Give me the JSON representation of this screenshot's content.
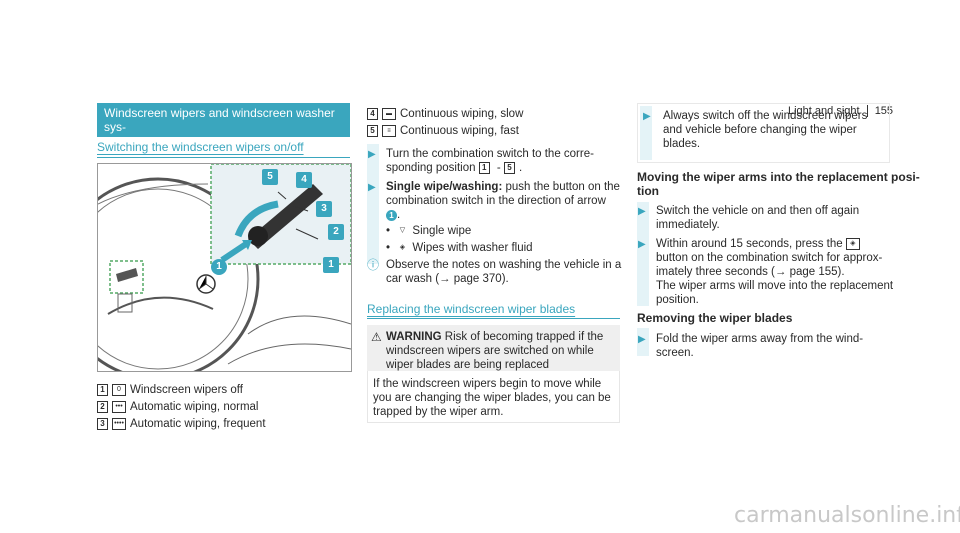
{
  "header": {
    "section": "Light and sight",
    "page": "155"
  },
  "left": {
    "banner_title": "Windscreen wipers and windscreen washer sys-",
    "banner_title_2": "tem",
    "subheading": "Switching the windscreen wipers on/off",
    "callouts": [
      "1",
      "2",
      "3",
      "4",
      "5"
    ],
    "legend": [
      {
        "key": "1",
        "icon": "0",
        "text": "Windscreen wipers off"
      },
      {
        "key": "2",
        "icon": "•••",
        "text": "Automatic wiping, normal"
      },
      {
        "key": "3",
        "icon": "••••",
        "text": "Automatic wiping, frequent"
      }
    ]
  },
  "middle": {
    "legend": [
      {
        "key": "4",
        "text": "Continuous wiping, slow"
      },
      {
        "key": "5",
        "text": "Continuous wiping, fast"
      }
    ],
    "step1_a": "Turn the combination switch to the corre-",
    "step1_b": "sponding position",
    "step1_range_a": "1",
    "step1_dash": " - ",
    "step1_range_b": "5",
    "step1_end": ".",
    "step2_bold": "Single wipe/washing:",
    "step2_a": " push the button on the",
    "step2_b": "combination switch in the direction of arrow",
    "step2_num": "1",
    "step2_end": ".",
    "bullet1": "Single wipe",
    "bullet2": "Wipes with washer fluid",
    "note_a": "Observe the notes on washing the vehicle in a",
    "note_b": "car wash (→ page 370).",
    "subheading2": "Replacing the windscreen wiper blades",
    "warning_label": "WARNING",
    "warning_a": " Risk of becoming trapped if the",
    "warning_b": "windscreen wipers are switched on while",
    "warning_c": "wiper blades are being replaced",
    "warning_body_a": "If the windscreen wipers begin to move while",
    "warning_body_b": "you are changing the wiper blades, you can be",
    "warning_body_c": "trapped by the wiper arm."
  },
  "right": {
    "intro_a": "Always switch off the windscreen wipers",
    "intro_b": "and vehicle before changing the wiper",
    "intro_c": "blades.",
    "heading1_a": "Moving the wiper arms into the replacement posi-",
    "heading1_b": "tion",
    "step1_a": "Switch the vehicle on and then off again",
    "step1_b": "immediately.",
    "step2_a": "Within around 15 seconds, press the",
    "step2_b": "button on the combination switch for approx-",
    "step2_c": "imately three seconds (→ page 155).",
    "step2_d": "The wiper arms will move into the replacement",
    "step2_e": "position.",
    "heading2": "Removing the wiper blades",
    "step3_a": "Fold the wiper arms away from the wind-",
    "step3_b": "screen."
  },
  "footer": {
    "watermark": "carmanualsonline.info"
  }
}
